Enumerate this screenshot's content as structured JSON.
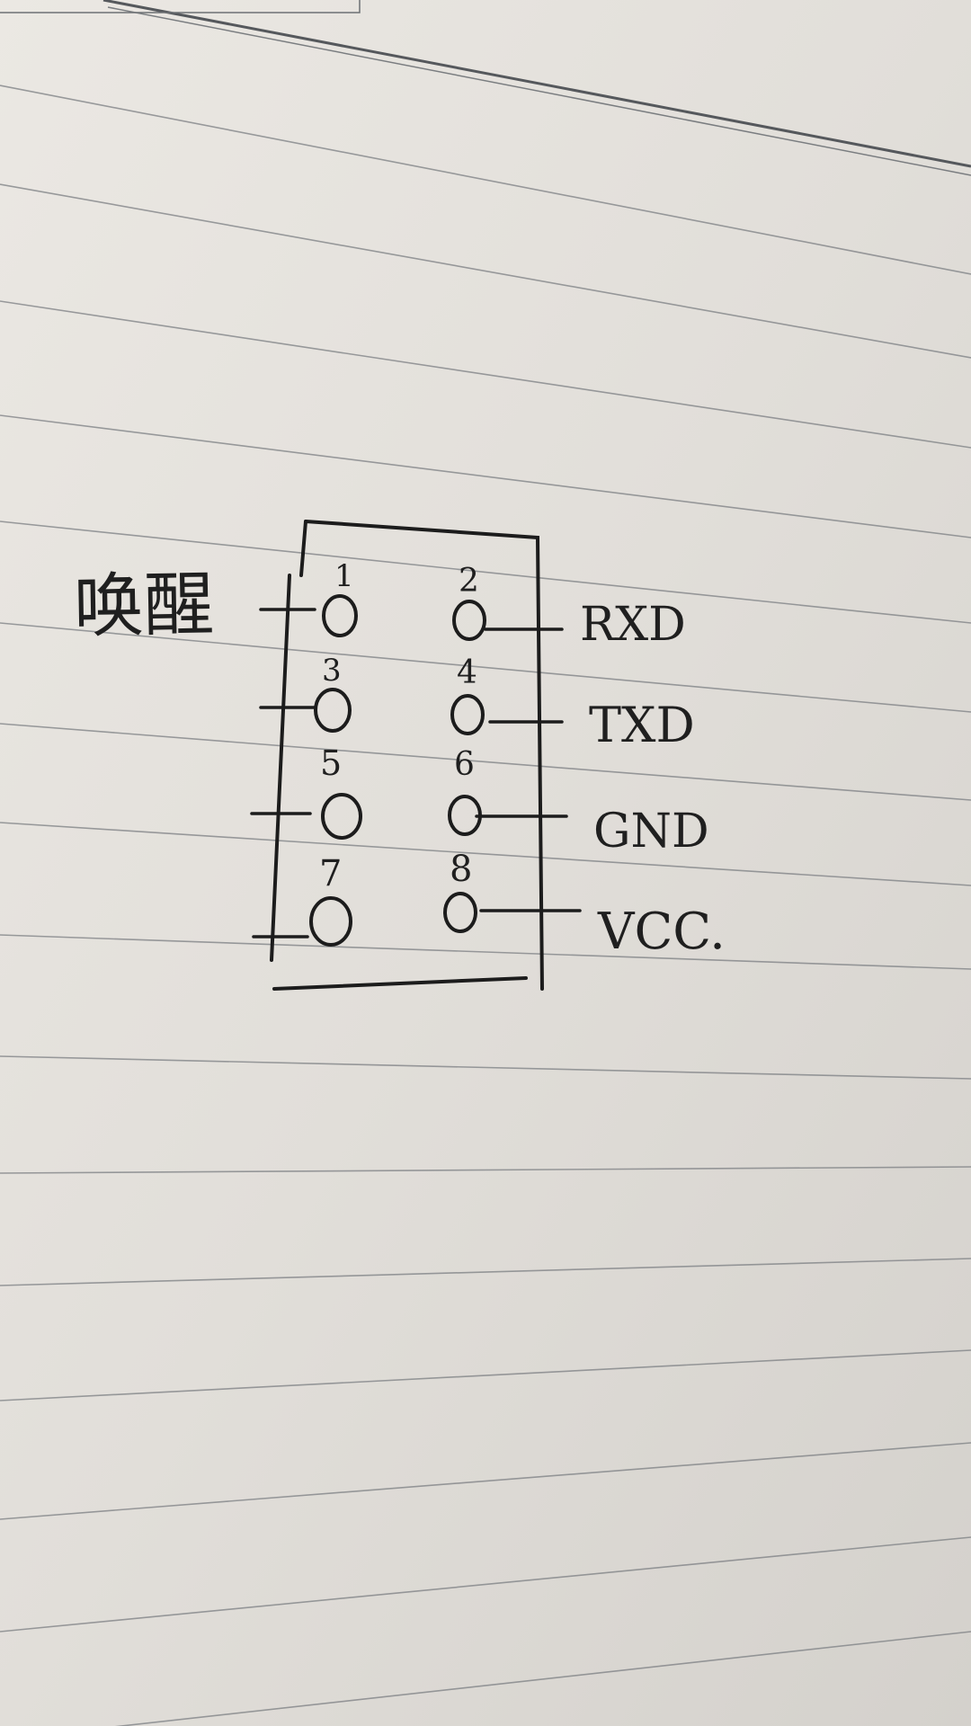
{
  "diagram": {
    "left_label": "唤醒",
    "pins": [
      {
        "number": "1"
      },
      {
        "number": "2"
      },
      {
        "number": "3"
      },
      {
        "number": "4"
      },
      {
        "number": "5"
      },
      {
        "number": "6"
      },
      {
        "number": "7"
      },
      {
        "number": "8"
      }
    ],
    "signals": {
      "pin2": "RXD",
      "pin4": "TXD",
      "pin6": "GND",
      "pin8": "VCC."
    }
  }
}
